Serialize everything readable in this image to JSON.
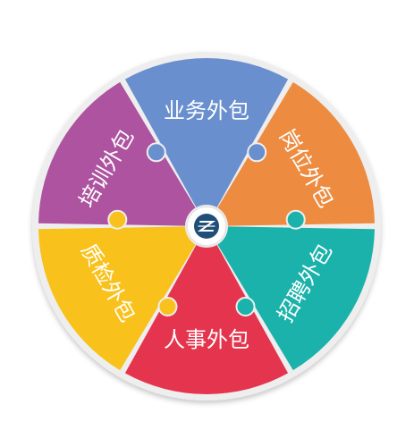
{
  "segments": [
    {
      "label": "业务外包",
      "color": "#6a8fce"
    },
    {
      "label": "岗位外包",
      "color": "#ed8c40"
    },
    {
      "label": "招聘外包",
      "color": "#1ab2aa"
    },
    {
      "label": "人事外包",
      "color": "#e5354e"
    },
    {
      "label": "质检外包",
      "color": "#f9c11b"
    },
    {
      "label": "培训外包",
      "color": "#ad539f"
    }
  ],
  "center": {
    "icon": "company-logo-icon"
  }
}
